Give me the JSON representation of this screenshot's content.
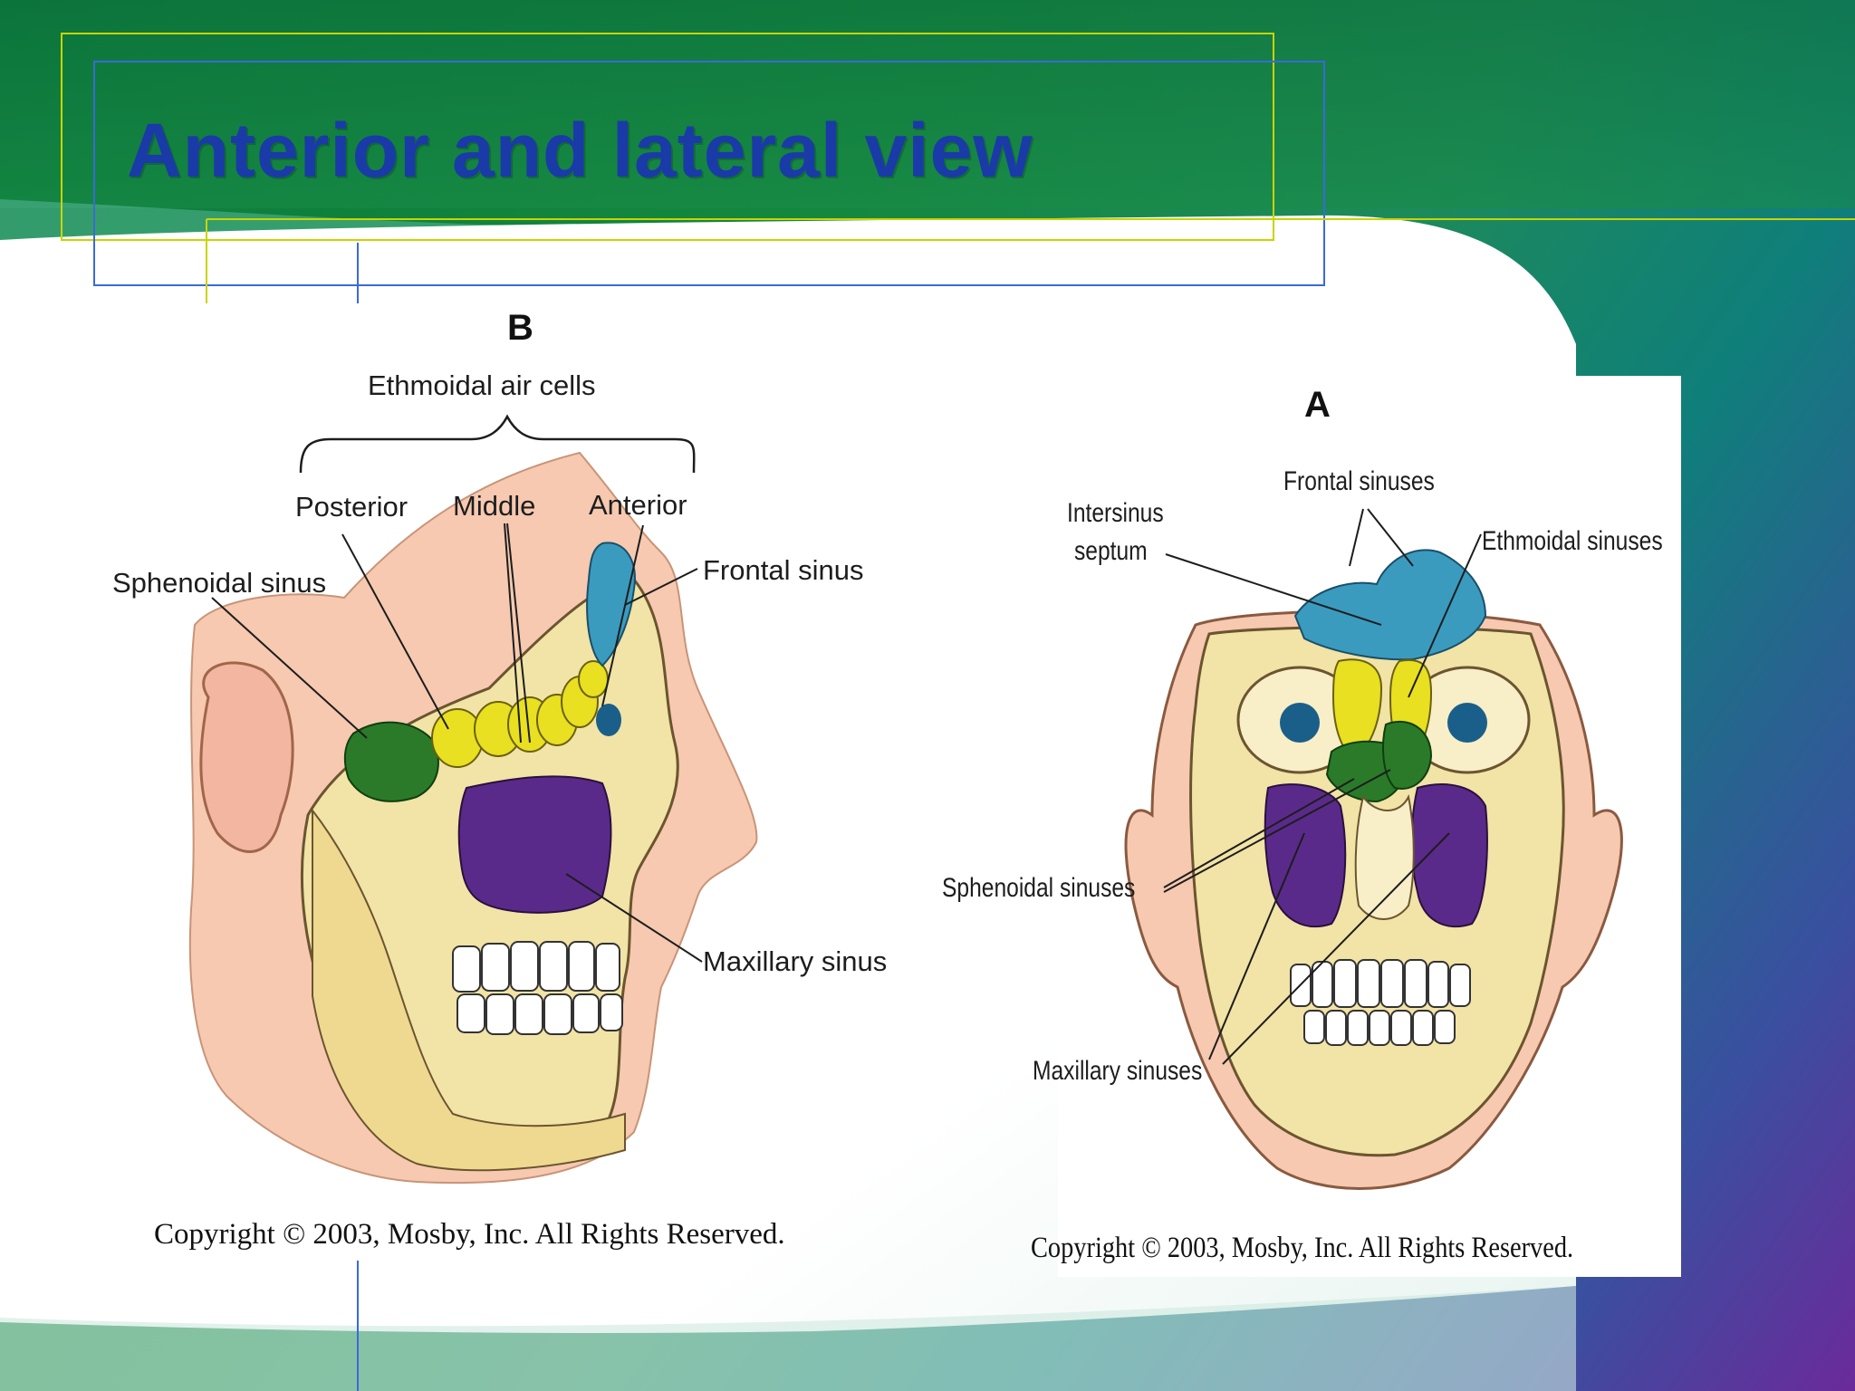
{
  "slide": {
    "title": "Anterior and lateral view"
  },
  "panel_b": {
    "letter": "B",
    "labels": {
      "ethmoidal_air_cells": "Ethmoidal air cells",
      "posterior": "Posterior",
      "middle": "Middle",
      "anterior": "Anterior",
      "sphenoidal_sinus": "Sphenoidal sinus",
      "frontal_sinus": "Frontal sinus",
      "maxillary_sinus": "Maxillary sinus"
    },
    "copyright": "Copyright © 2003, Mosby, Inc. All Rights Reserved."
  },
  "panel_a": {
    "letter": "A",
    "labels": {
      "frontal_sinuses": "Frontal sinuses",
      "intersinus_line1": "Intersinus",
      "intersinus_line2": "septum",
      "ethmoidal_sinuses": "Ethmoidal sinuses",
      "sphenoidal_sinuses": "Sphenoidal sinuses",
      "maxillary_sinuses": "Maxillary sinuses"
    },
    "copyright": "Copyright © 2003, Mosby, Inc. All Rights Reserved."
  },
  "colors": {
    "title": "#1a3aa8",
    "frontal": "#3a9bbf",
    "ethmoid": "#e8e020",
    "sphenoid": "#2a7a2a",
    "maxillary": "#5a2a8a",
    "skin": "#f6c9b0",
    "bone": "#f2e3a6"
  }
}
